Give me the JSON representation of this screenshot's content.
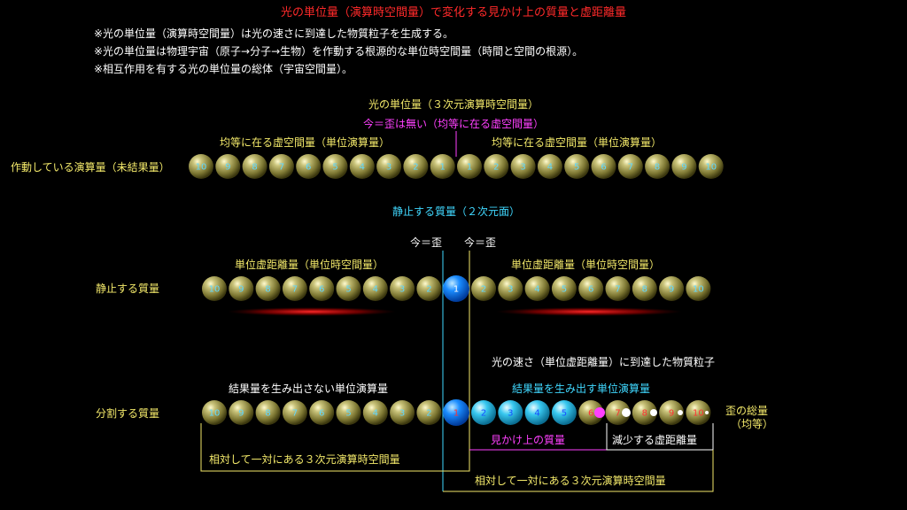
{
  "header": {
    "title": "光の単位量（演算時空間量）で変化する見かけ上の質量と虚距離量",
    "notes": [
      "※光の単位量（演算時空間量）は光の速さに到達した物質粒子を生成する。",
      "※光の単位量は物理宇宙（原子→分子→生物）を作動する根源的な単位時空間量（時間と空間の根源）。",
      "※相互作用を有する光の単位量の総体（宇宙空間量）。"
    ]
  },
  "row1": {
    "heading": "光の単位量（３次元演算時空間量）",
    "now_label": "今＝歪は無い（均等に在る虚空間量）",
    "left_label": "均等に在る虚空間量（単位演算量）",
    "right_label": "均等に在る虚空間量（単位演算量）",
    "row_label": "作動している演算量（未結果量）",
    "left_numbers": [
      "10",
      "9",
      "8",
      "7",
      "6",
      "5",
      "4",
      "3",
      "2",
      "1"
    ],
    "right_numbers": [
      "1",
      "2",
      "3",
      "4",
      "5",
      "6",
      "7",
      "8",
      "9",
      "10"
    ]
  },
  "row2": {
    "heading": "静止する質量（２次元面）",
    "now_left": "今＝歪",
    "now_right": "今＝歪",
    "left_label": "単位虚距離量（単位時空間量）",
    "right_label": "単位虚距離量（単位時空間量）",
    "row_label": "静止する質量",
    "left_numbers": [
      "10",
      "9",
      "8",
      "7",
      "6",
      "5",
      "4",
      "3",
      "2"
    ],
    "center_number": "1",
    "right_numbers": [
      "2",
      "3",
      "4",
      "5",
      "6",
      "7",
      "8",
      "9",
      "10"
    ]
  },
  "row3": {
    "particle_label": "光の速さ（単位虚距離量）に到達した物質粒子",
    "left_label": "結果量を生み出さない単位演算量",
    "right_label": "結果量を生み出す単位演算量",
    "row_label": "分割する質量",
    "total_label_1": "歪の総量",
    "total_label_2": "（均等）",
    "apparent_mass": "見かけ上の質量",
    "decreasing": "減少する虚距離量",
    "relative_left": "相対して一対にある３次元演算時空間量",
    "relative_right": "相対して一対にある３次元演算時空間量",
    "left_numbers": [
      "10",
      "9",
      "8",
      "7",
      "6",
      "5",
      "4",
      "3",
      "2"
    ],
    "center_number": "1",
    "right_numbers": [
      "2",
      "3",
      "4",
      "5",
      "6",
      "7",
      "8",
      "9",
      "10"
    ]
  },
  "colors": {
    "title": "#ff2a2a",
    "label": "#f3e96a",
    "cyan": "#40d8ff",
    "magenta": "#ff40ff",
    "ball": "#8a8a3a",
    "ball_blue": "#1a8cff",
    "number_cyan": "#5fd8ff",
    "number_red": "#ff3333"
  }
}
